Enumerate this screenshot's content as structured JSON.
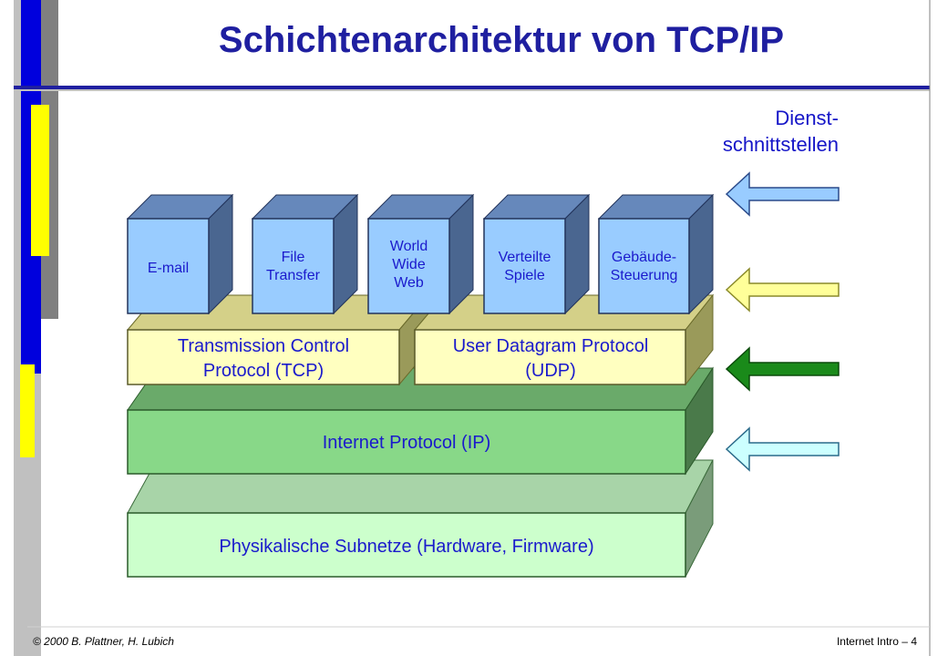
{
  "slide": {
    "title": "Schichtenarchitektur von TCP/IP",
    "interface_label": {
      "line1": "Dienst-",
      "line2": "schnittstellen"
    }
  },
  "applications": [
    {
      "lines": [
        "E-mail"
      ]
    },
    {
      "lines": [
        "File",
        "Transfer"
      ]
    },
    {
      "lines": [
        "World",
        "Wide",
        "Web"
      ]
    },
    {
      "lines": [
        "Verteilte",
        "Spiele"
      ]
    },
    {
      "lines": [
        "Gebäude-",
        "Steuerung"
      ]
    }
  ],
  "transport": [
    {
      "line1": "Transmission Control",
      "line2": "Protocol (TCP)"
    },
    {
      "line1": "User Datagram Protocol",
      "line2": "(UDP)"
    }
  ],
  "network": {
    "label": "Internet Protocol (IP)"
  },
  "physical": {
    "label": "Physikalische Subnetze (Hardware, Firmware)"
  },
  "colors": {
    "title": "#1f1fa0",
    "text": "#1a1acc",
    "app_front": "#99ccff",
    "transport_front": "#ffffc0",
    "network_front": "#88d888",
    "physical_front": "#ccffcc",
    "arrow_app": "#99ccff",
    "arrow_transport": "#ffff99",
    "arrow_network": "#1a8a1a",
    "arrow_physical": "#ccffff"
  },
  "footer": {
    "copyright": "© 2000 B. Plattner, H. Lubich",
    "page": "Internet Intro  – 4"
  }
}
